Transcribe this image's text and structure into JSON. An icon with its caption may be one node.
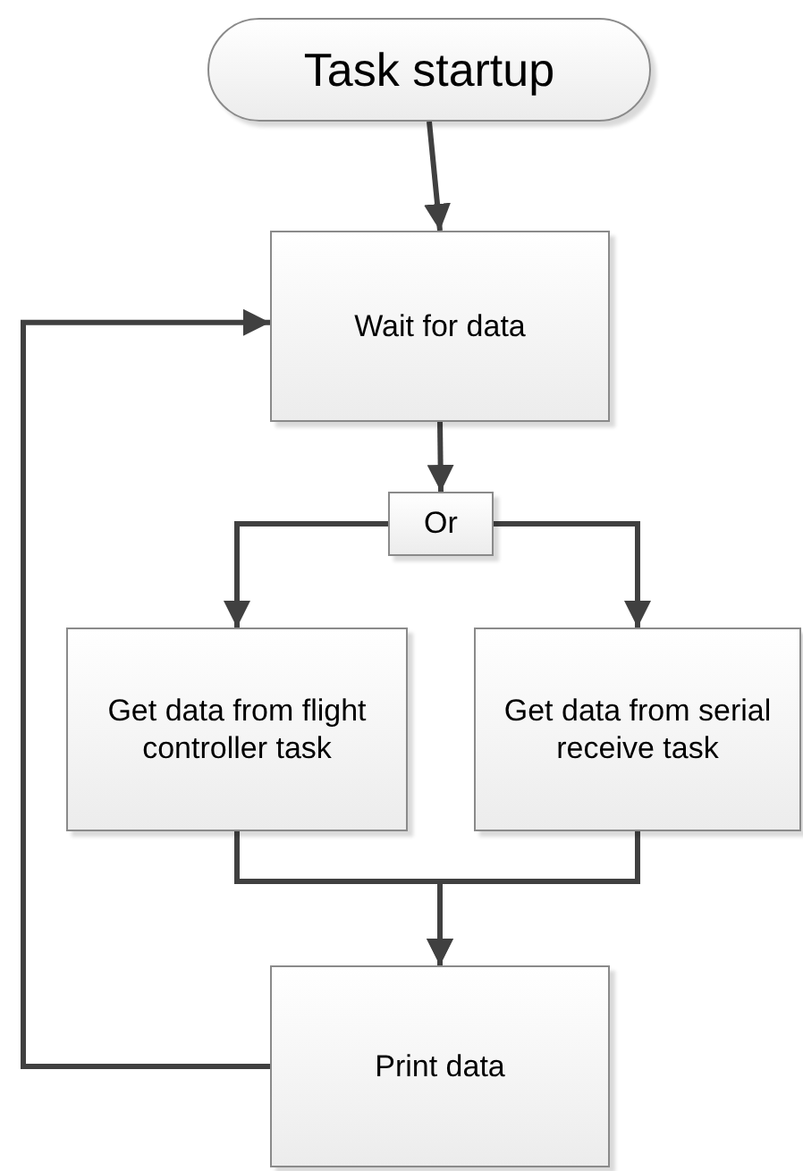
{
  "diagram": {
    "nodes": [
      {
        "text": [
          "Task startup"
        ]
      },
      {
        "text": [
          "Wait for data"
        ]
      },
      {
        "text": [
          "Or"
        ]
      },
      {
        "text": [
          "Get data from flight controller task"
        ]
      },
      {
        "text": [
          "Get data from serial receive task"
        ]
      },
      {
        "text": [
          "Print data"
        ]
      }
    ],
    "edges": [
      {
        "from": 0,
        "to": 1,
        "arrow": "to"
      },
      {
        "from": 1,
        "to": 2,
        "arrow": "to"
      },
      {
        "from": 2,
        "to": 3,
        "arrow": "to"
      },
      {
        "from": 2,
        "to": 4,
        "arrow": "to"
      },
      {
        "from": 3,
        "to": 5,
        "arrow": "to"
      },
      {
        "from": 4,
        "to": 5,
        "arrow": "to"
      },
      {
        "from": 5,
        "to": 1,
        "arrow": "to"
      }
    ]
  }
}
